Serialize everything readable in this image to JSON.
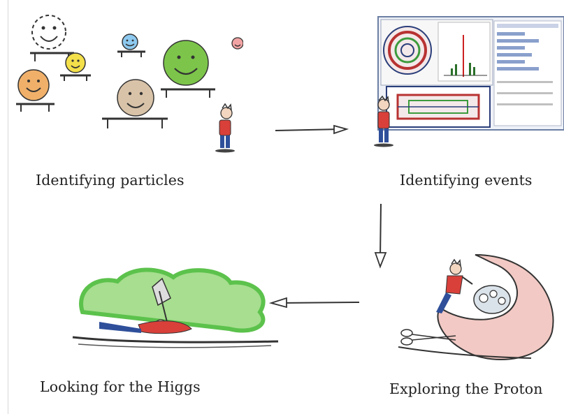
{
  "captions": {
    "top_left": "Identifying particles",
    "top_right": "Identifying events",
    "bottom_left": "Looking for the Higgs",
    "bottom_right": "Exploring the Proton"
  },
  "colors": {
    "ink": "#222222",
    "particle_green": "#7cc54a",
    "particle_orange": "#f0b06a",
    "particle_yellow": "#f3e04a",
    "particle_blue": "#8ecaf0",
    "particle_pink": "#f2a3a3",
    "particle_tan": "#d9c3a8",
    "shirt_red": "#d9403a",
    "jeans_blue": "#2f4f9a",
    "proton_pink": "#f2c9c4",
    "bush_green": "#5cc24c"
  },
  "icons": {
    "flow_arrow": "arrow-right-sketch",
    "flow_arrow_down": "arrow-down-sketch",
    "flow_arrow_left": "arrow-left-sketch"
  }
}
